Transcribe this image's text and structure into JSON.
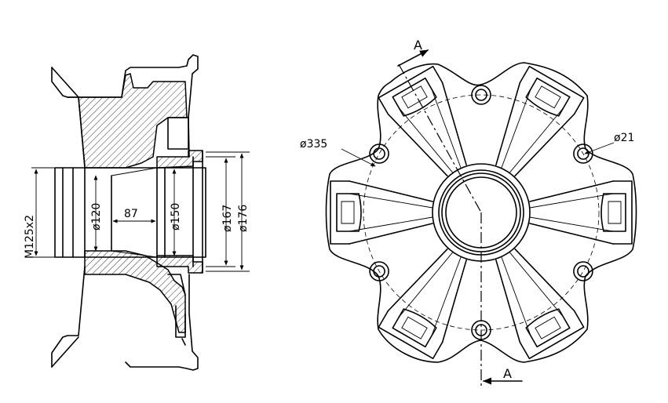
{
  "side_view": {
    "thread_label": "M125x2",
    "dia_120": "ø120",
    "length_87": "87",
    "dia_150": "ø150",
    "dia_167": "ø167",
    "dia_176": "ø176"
  },
  "front_view": {
    "section_top": "A",
    "section_bottom": "A",
    "bolt_circle": "ø335",
    "hole_dia": "ø21"
  }
}
